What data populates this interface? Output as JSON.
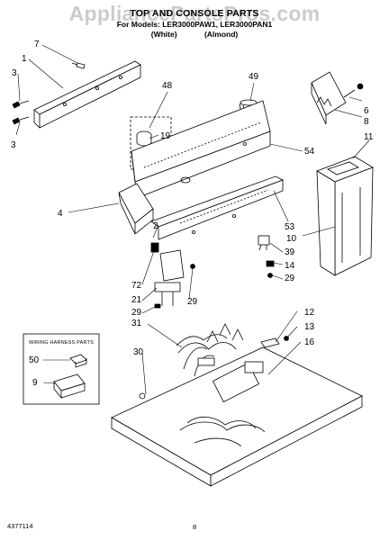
{
  "header": {
    "title": "TOP AND CONSOLE PARTS",
    "models_line": "For Models: LER3000PAW1, LER3000PAN1",
    "variants": [
      "(White)",
      "(Almond)"
    ]
  },
  "watermark": "AppliancePartsPros.com",
  "inset_box": {
    "title": "WIRING HARNESS PARTS",
    "callouts": [
      "50",
      "9"
    ]
  },
  "callouts": [
    "7",
    "1",
    "3",
    "3",
    "48",
    "19",
    "49",
    "6",
    "8",
    "11",
    "54",
    "4",
    "2",
    "53",
    "10",
    "39",
    "14",
    "29",
    "72",
    "21",
    "29",
    "29",
    "12",
    "31",
    "13",
    "16",
    "30"
  ],
  "footer": {
    "part_number": "4377114",
    "page": "8"
  }
}
